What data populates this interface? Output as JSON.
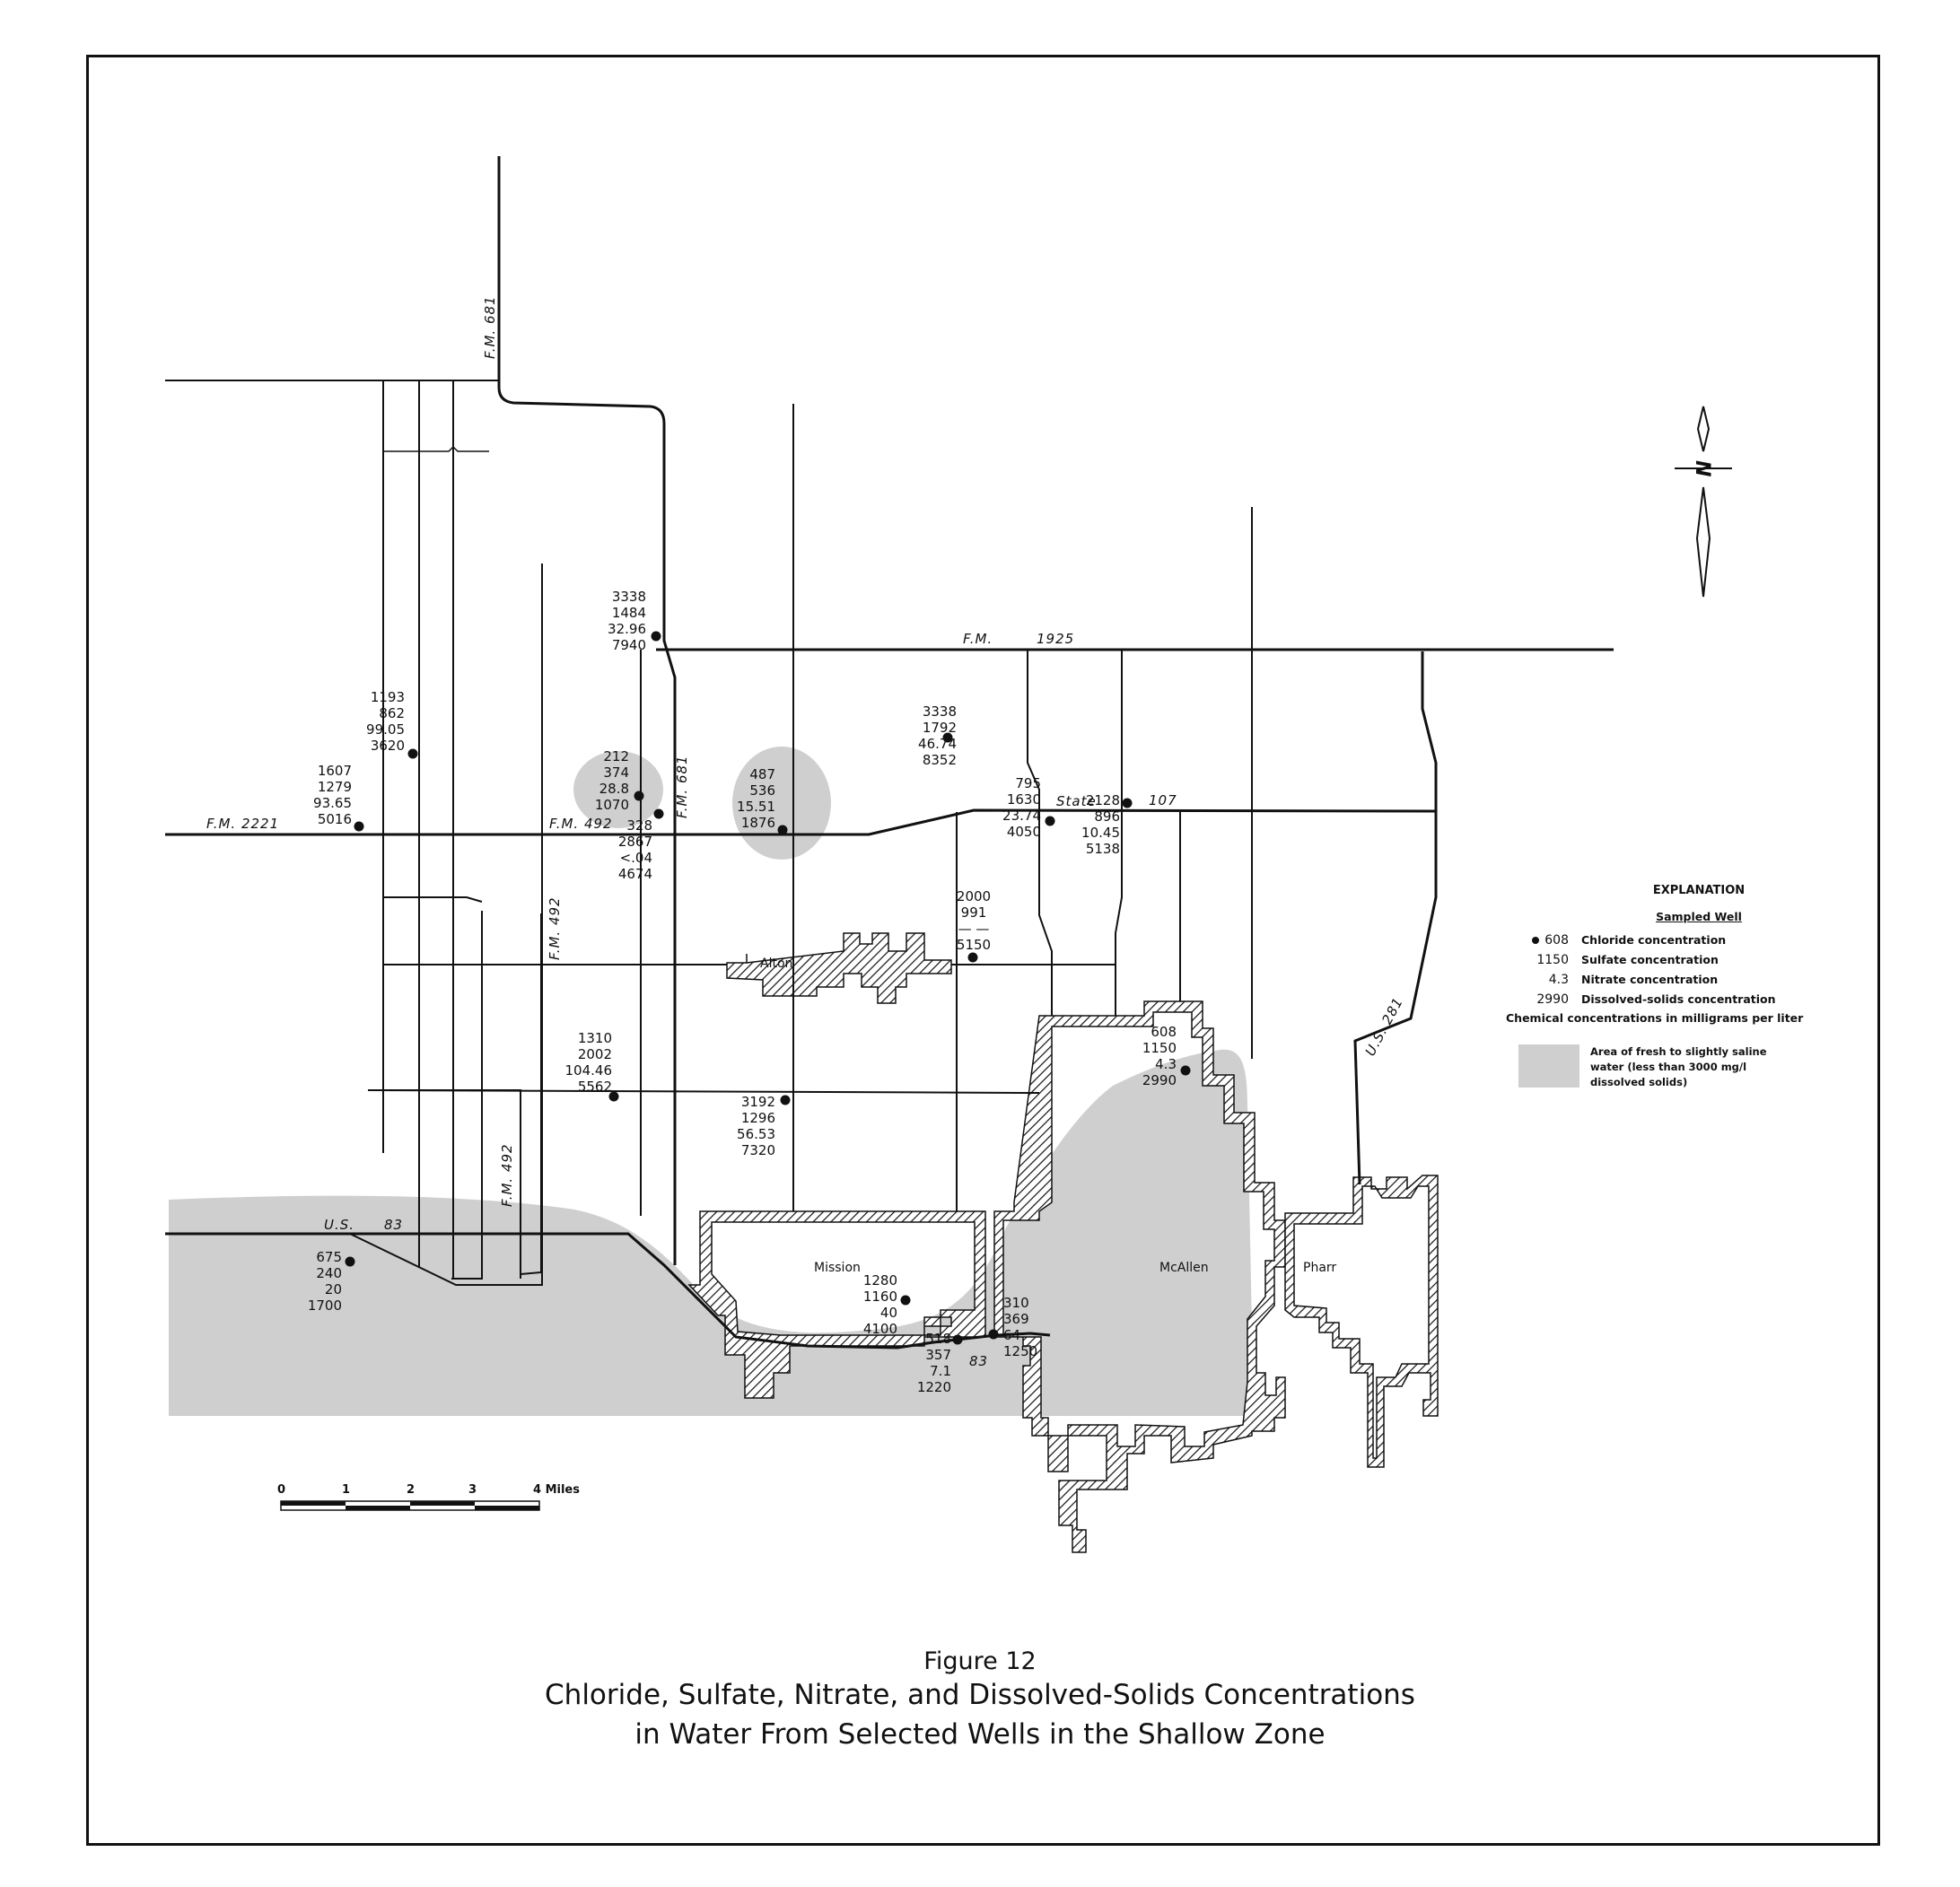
{
  "figure": {
    "number": "Figure 12",
    "title_line1": "Chloride, Sulfate, Nitrate, and Dissolved-Solids Concentrations",
    "title_line2": "in Water From Selected Wells in the Shallow Zone"
  },
  "roads": {
    "fm681_north": "F.M. 681",
    "fm681_mid": "F.M. 681",
    "fm1925_a": "F.M.",
    "fm1925_b": "1925",
    "fm2221": "F.M. 2221",
    "fm492_ew": "F.M. 492",
    "fm492_v1": "F.M. 492",
    "fm492_v2": "F.M. 492",
    "state107_a": "State",
    "state107_b": "107",
    "us83_a": "U.S.",
    "us83_b": "83",
    "us83_c": "83",
    "us281": "U.S. 281"
  },
  "cities": {
    "alton": "Alton",
    "mission": "Mission",
    "mcallen": "McAllen",
    "pharr": "Pharr"
  },
  "wells": [
    {
      "chloride": "3338",
      "sulfate": "1484",
      "nitrate": "32.96",
      "dissolved_solids": "7940"
    },
    {
      "chloride": "1193",
      "sulfate": "862",
      "nitrate": "99.05",
      "dissolved_solids": "3620"
    },
    {
      "chloride": "1607",
      "sulfate": "1279",
      "nitrate": "93.65",
      "dissolved_solids": "5016"
    },
    {
      "chloride": "212",
      "sulfate": "374",
      "nitrate": "28.8",
      "dissolved_solids": "1070"
    },
    {
      "chloride": "328",
      "sulfate": "2867",
      "nitrate": "<.04",
      "dissolved_solids": "4674"
    },
    {
      "chloride": "487",
      "sulfate": "536",
      "nitrate": "15.51",
      "dissolved_solids": "1876"
    },
    {
      "chloride": "3338",
      "sulfate": "1792",
      "nitrate": "46.74",
      "dissolved_solids": "8352"
    },
    {
      "chloride": "795",
      "sulfate": "1630",
      "nitrate": "23.74",
      "dissolved_solids": "4050"
    },
    {
      "chloride": "2128",
      "sulfate": "896",
      "nitrate": "10.45",
      "dissolved_solids": "5138"
    },
    {
      "chloride": "2000",
      "sulfate": "991",
      "nitrate": "— —",
      "dissolved_solids": "5150"
    },
    {
      "chloride": "1310",
      "sulfate": "2002",
      "nitrate": "104.46",
      "dissolved_solids": "5562"
    },
    {
      "chloride": "3192",
      "sulfate": "1296",
      "nitrate": "56.53",
      "dissolved_solids": "7320"
    },
    {
      "chloride": "608",
      "sulfate": "1150",
      "nitrate": "4.3",
      "dissolved_solids": "2990"
    },
    {
      "chloride": "675",
      "sulfate": "240",
      "nitrate": "20",
      "dissolved_solids": "1700"
    },
    {
      "chloride": "1280",
      "sulfate": "1160",
      "nitrate": "40",
      "dissolved_solids": "4100"
    },
    {
      "chloride": "518",
      "sulfate": "357",
      "nitrate": "7.1",
      "dissolved_solids": "1220"
    },
    {
      "chloride": "310",
      "sulfate": "369",
      "nitrate": "64",
      "dissolved_solids": "1250"
    }
  ],
  "scale": {
    "ticks": [
      "0",
      "1",
      "2",
      "3",
      "4 Miles"
    ]
  },
  "north_arrow": {
    "label": "N"
  },
  "legend": {
    "title": "EXPLANATION",
    "subtitle": "Sampled Well",
    "rows": [
      {
        "value": "608",
        "label": "Chloride concentration"
      },
      {
        "value": "1150",
        "label": "Sulfate concentration"
      },
      {
        "value": "4.3",
        "label": "Nitrate concentration"
      },
      {
        "value": "2990",
        "label": "Dissolved-solids concentration"
      }
    ],
    "note": "Chemical concentrations in milligrams per liter",
    "area_text": "Area of fresh to slightly saline water (less than 3000 mg/l dissolved solids)",
    "area_color": "#cfcfcf"
  }
}
